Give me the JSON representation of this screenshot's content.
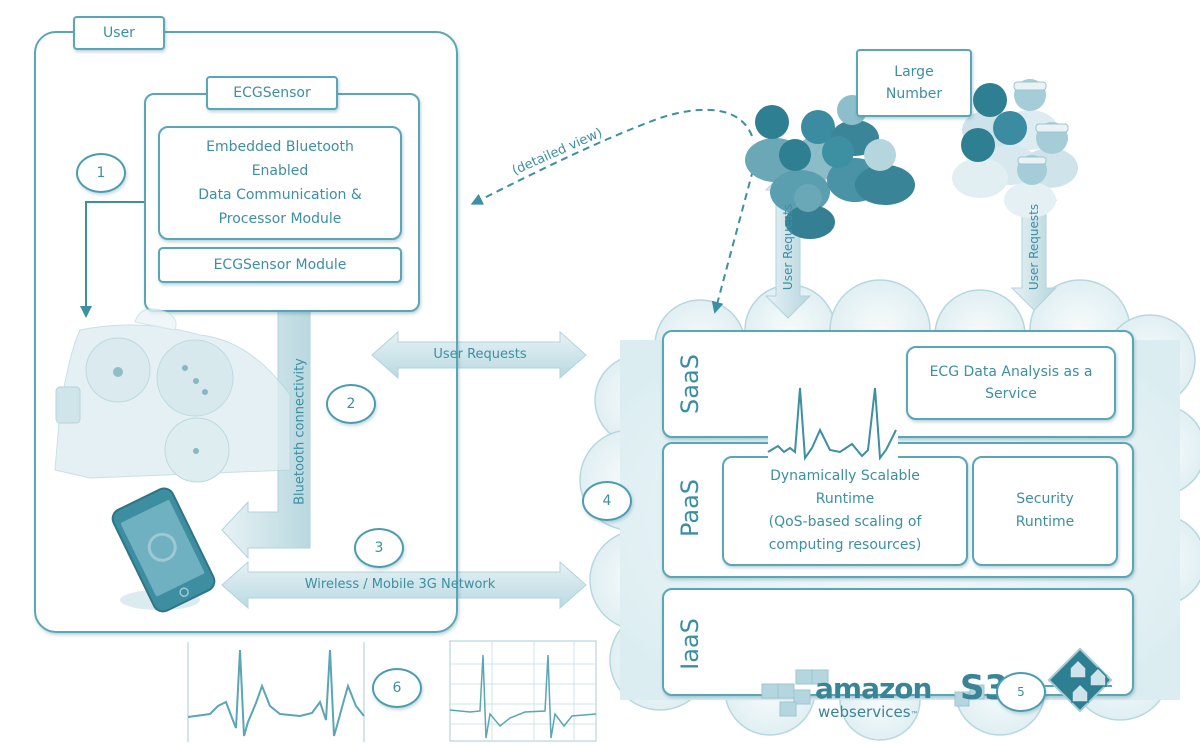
{
  "user_panel": {
    "title": "User",
    "ecg_sensor": {
      "title": "ECGSensor",
      "processor_module": [
        "Embedded Bluetooth",
        "Enabled",
        "Data Communication &",
        "Processor Module"
      ],
      "sensor_module": "ECGSensor Module"
    },
    "bluetooth_label": "Bluetooth connectivity",
    "wireless_label": "Wireless / Mobile  3G Network"
  },
  "user_requests_horizontal": "User Requests",
  "detailed_view_label": "(detailed view)",
  "large_number_label": [
    "Large",
    "Number"
  ],
  "user_requests_vertical": [
    "User Requests",
    "User Requests"
  ],
  "cloud": {
    "saas": {
      "label": "SaaS",
      "service": [
        "ECG Data Analysis as a",
        "Service"
      ]
    },
    "paas": {
      "label": "PaaS",
      "runtime": [
        "Dynamically Scalable",
        "Runtime",
        "(QoS-based scaling of",
        "computing resources)"
      ],
      "security": [
        "Security",
        "Runtime"
      ]
    },
    "iaas": {
      "label": "IaaS",
      "amazon": "amazon",
      "web_services": "webservices",
      "tm": "™",
      "s3": "S3"
    }
  },
  "steps": [
    "1",
    "2",
    "3",
    "4",
    "5",
    "6"
  ],
  "colors": {
    "primary": "#3d8fa2",
    "border": "#5aa6b6",
    "arrow_fill": "#cfe5ea",
    "cloud_fill": "#eef6f8",
    "people_dark": "#2f7f92"
  }
}
